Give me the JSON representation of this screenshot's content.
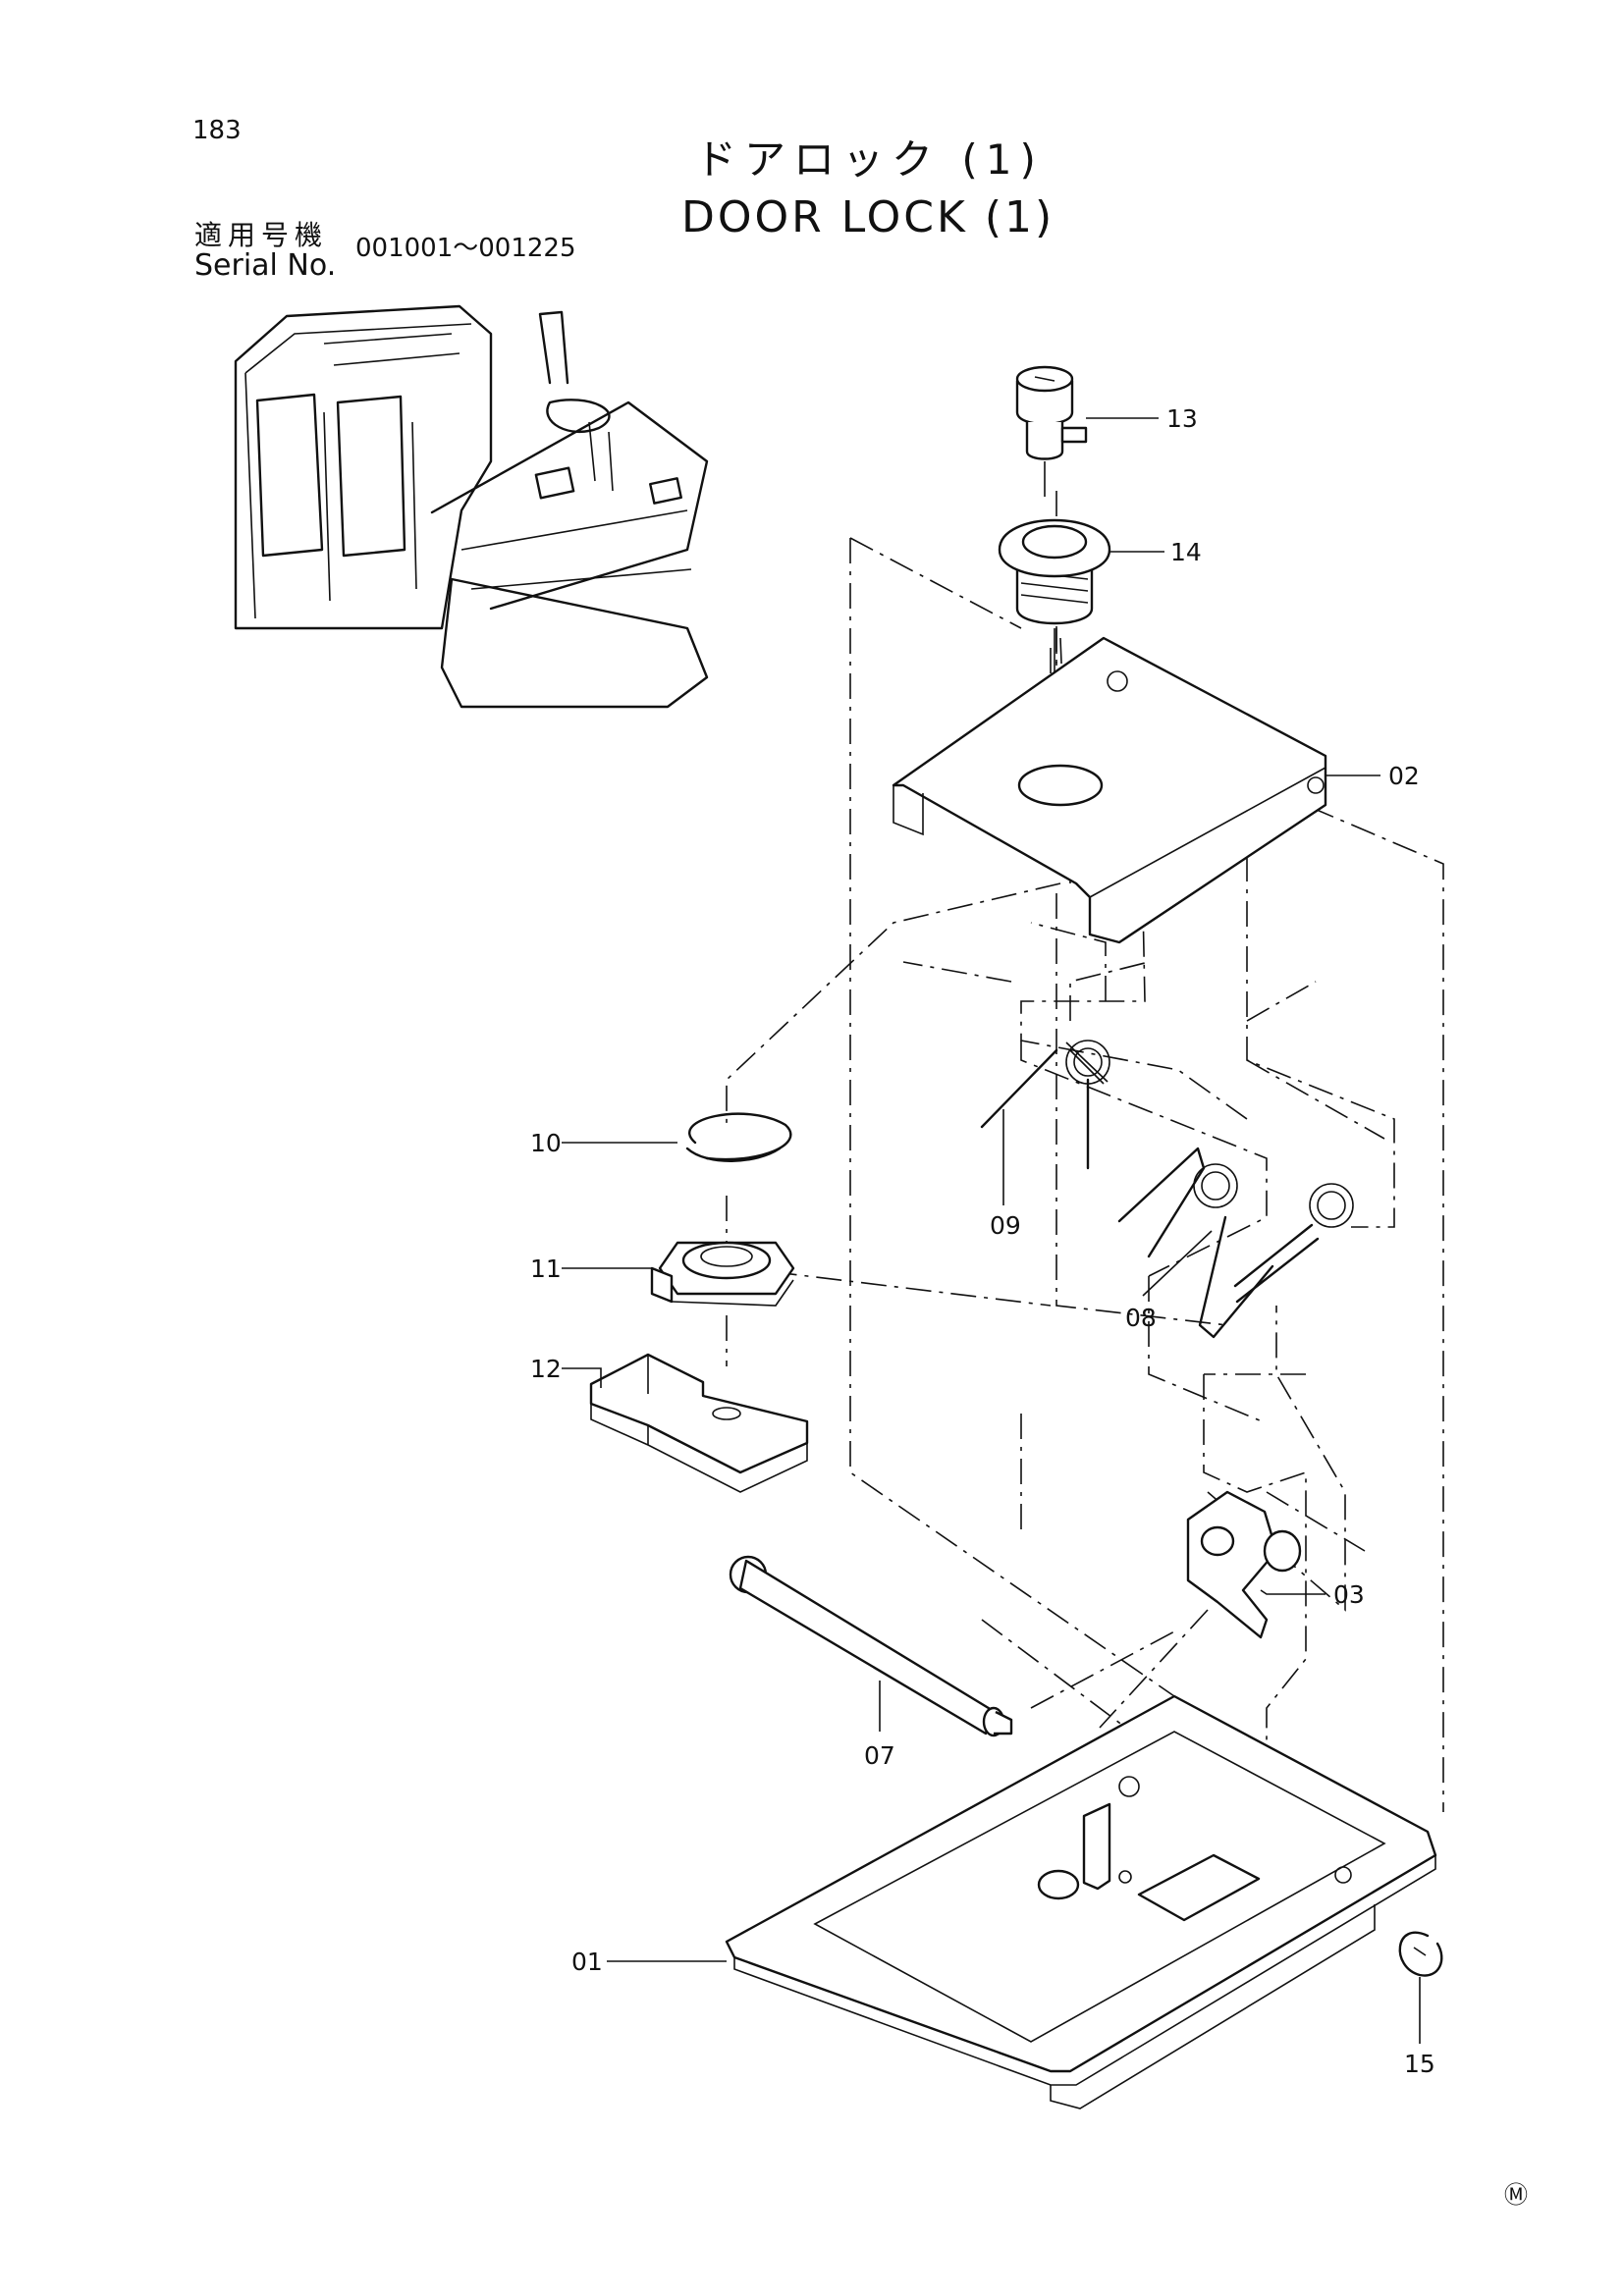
{
  "header": {
    "page_number": "183",
    "title_ja": "ドアロック (1)",
    "title_en": "DOOR LOCK (1)",
    "serial_label_ja": "適用号機",
    "serial_label_en": "Serial No.",
    "serial_range": "001001～001225"
  },
  "parts": [
    {
      "id": "p01",
      "label": "01"
    },
    {
      "id": "p02",
      "label": "02"
    },
    {
      "id": "p03",
      "label": "03"
    },
    {
      "id": "p07",
      "label": "07"
    },
    {
      "id": "p08",
      "label": "08"
    },
    {
      "id": "p09",
      "label": "09"
    },
    {
      "id": "p10",
      "label": "10"
    },
    {
      "id": "p11",
      "label": "11"
    },
    {
      "id": "p12",
      "label": "12"
    },
    {
      "id": "p13",
      "label": "13"
    },
    {
      "id": "p14",
      "label": "14"
    },
    {
      "id": "p15",
      "label": "15"
    }
  ],
  "footer": {
    "mark": "Ⓜ"
  }
}
